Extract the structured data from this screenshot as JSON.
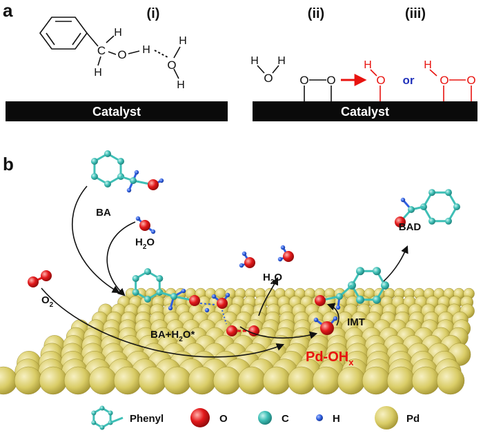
{
  "panel_a": {
    "label": "a",
    "section_labels": [
      "(i)",
      "(ii)",
      "(iii)"
    ],
    "catalyst_label": "Catalyst",
    "or_label": "or",
    "atom_labels": {
      "hydrogen": "H",
      "oxygen": "O"
    }
  },
  "panel_b": {
    "label": "b",
    "molecule_labels": {
      "ba": "BA",
      "h2o_text": "H",
      "h2o_sub": "2",
      "h2o_tail": "O",
      "ba_h2o_adsorbed": "BA+H",
      "ba_h2o_sub": "2",
      "ba_h2o_tail": "O*",
      "imt": "IMT",
      "bad": "BAD",
      "o2_text": "O",
      "o2_sub": "2",
      "pd_ohx_text": "Pd-OH",
      "pd_ohx_sub": "x"
    }
  },
  "legend": {
    "items": [
      "Phenyl",
      "O",
      "C",
      "H",
      "Pd"
    ]
  },
  "colors": {
    "catalyst_bar": "#0a0a0a",
    "pd_sphere": "#d9cc66",
    "pd_sphere_dark": "#a89930",
    "oxygen": "#e3191b",
    "carbon": "#3fbfb6",
    "hydrogen": "#2f5fe0",
    "highlight_red": "#e8130f",
    "or_blue": "#2233bb"
  }
}
